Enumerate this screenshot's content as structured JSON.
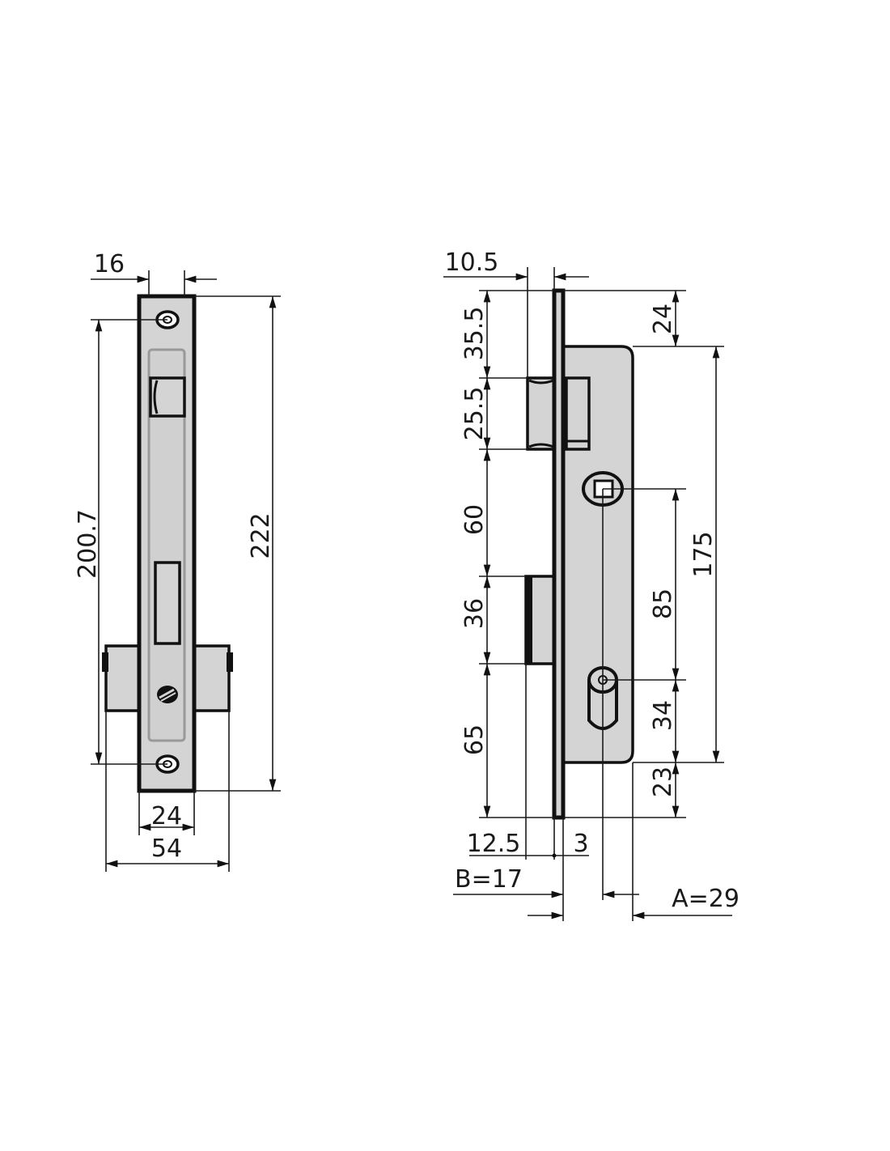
{
  "left_view": {
    "dims": {
      "faceplate_width": "16",
      "screw_spacing": "200.7",
      "faceplate_height": "222",
      "body_width": "24",
      "cylinder_width": "54"
    }
  },
  "right_view": {
    "dims": {
      "latch_projection": "10.5",
      "top_to_latch": "35.5",
      "latch_height": "25.5",
      "latch_to_bolt": "60",
      "bolt_height": "36",
      "bolt_to_bottom": "65",
      "top_to_case": "24",
      "case_height": "175",
      "spindle_to_cylinder": "85",
      "cylinder_to_case_bottom": "34",
      "case_bottom_to_plate": "23",
      "bolt_projection": "12.5",
      "plate_thickness": "3",
      "backset_b": "B=17",
      "backset_a": "A=29"
    }
  },
  "colors": {
    "part_fill": "#d4d4d4",
    "line": "#111111"
  }
}
